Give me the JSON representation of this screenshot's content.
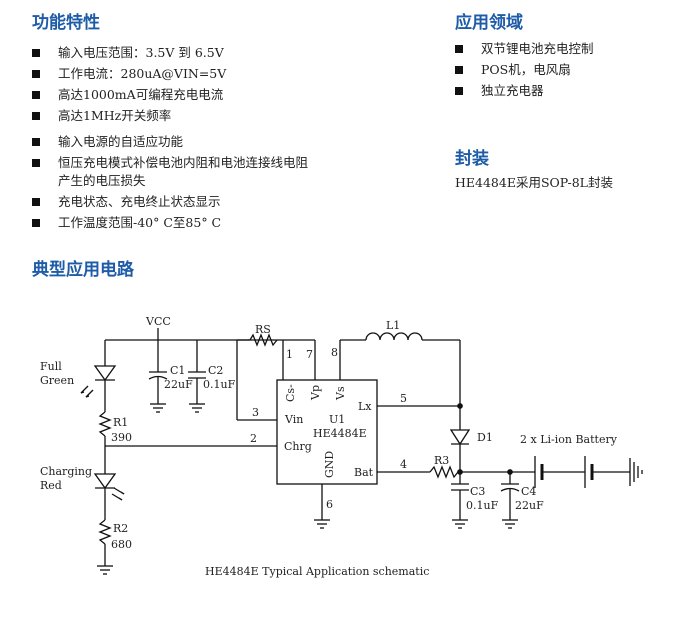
{
  "features": {
    "title": "功能特性",
    "items": [
      "输入电压范围：3.5V 到 6.5V",
      "工作电流：280uA@VIN=5V",
      "高达1000mA可编程充电电流",
      "高达1MHz开关频率",
      "输入电源的自适应功能",
      "恒压充电模式补偿电池内阻和电池连接线电阻",
      "充电状态、充电终止状态显示",
      "工作温度范围-40° C至85° C"
    ],
    "item5_line2": "产生的电压损失"
  },
  "applications": {
    "title": "应用领域",
    "items": [
      "双节锂电池充电控制",
      "POS机，电风扇",
      "独立充电器"
    ]
  },
  "package": {
    "title": "封装",
    "text": "HE4484E采用SOP-8L封装"
  },
  "circuit": {
    "title": "典型应用电路",
    "caption": "HE4484E Typical Application schematic",
    "labels": {
      "vcc": "VCC",
      "rs": "RS",
      "l1": "L1",
      "c1": "C1",
      "c1v": "22uF",
      "c2": "C2",
      "c2v": "0.1uF",
      "c3": "C3",
      "c3v": "0.1uF",
      "c4": "C4",
      "c4v": "22uF",
      "r1": "R1",
      "r1v": "390",
      "r2": "R2",
      "r2v": "680",
      "r3": "R3",
      "d1": "D1",
      "u1": "U1",
      "chip": "HE4484E",
      "pin_cs": "Cs-",
      "pin_vp": "Vp",
      "pin_vs": "Vs",
      "pin_vin": "Vin",
      "pin_chrg": "Chrg",
      "pin_gnd": "GND",
      "pin_lx": "Lx",
      "pin_bat": "Bat",
      "n1": "1",
      "n2": "2",
      "n3": "3",
      "n4": "4",
      "n5": "5",
      "n6": "6",
      "n7": "7",
      "n8": "8",
      "led1a": "Full",
      "led1b": "Green",
      "led2a": "Charging",
      "led2b": "Red",
      "battery": "2 x Li-ion Battery"
    }
  }
}
